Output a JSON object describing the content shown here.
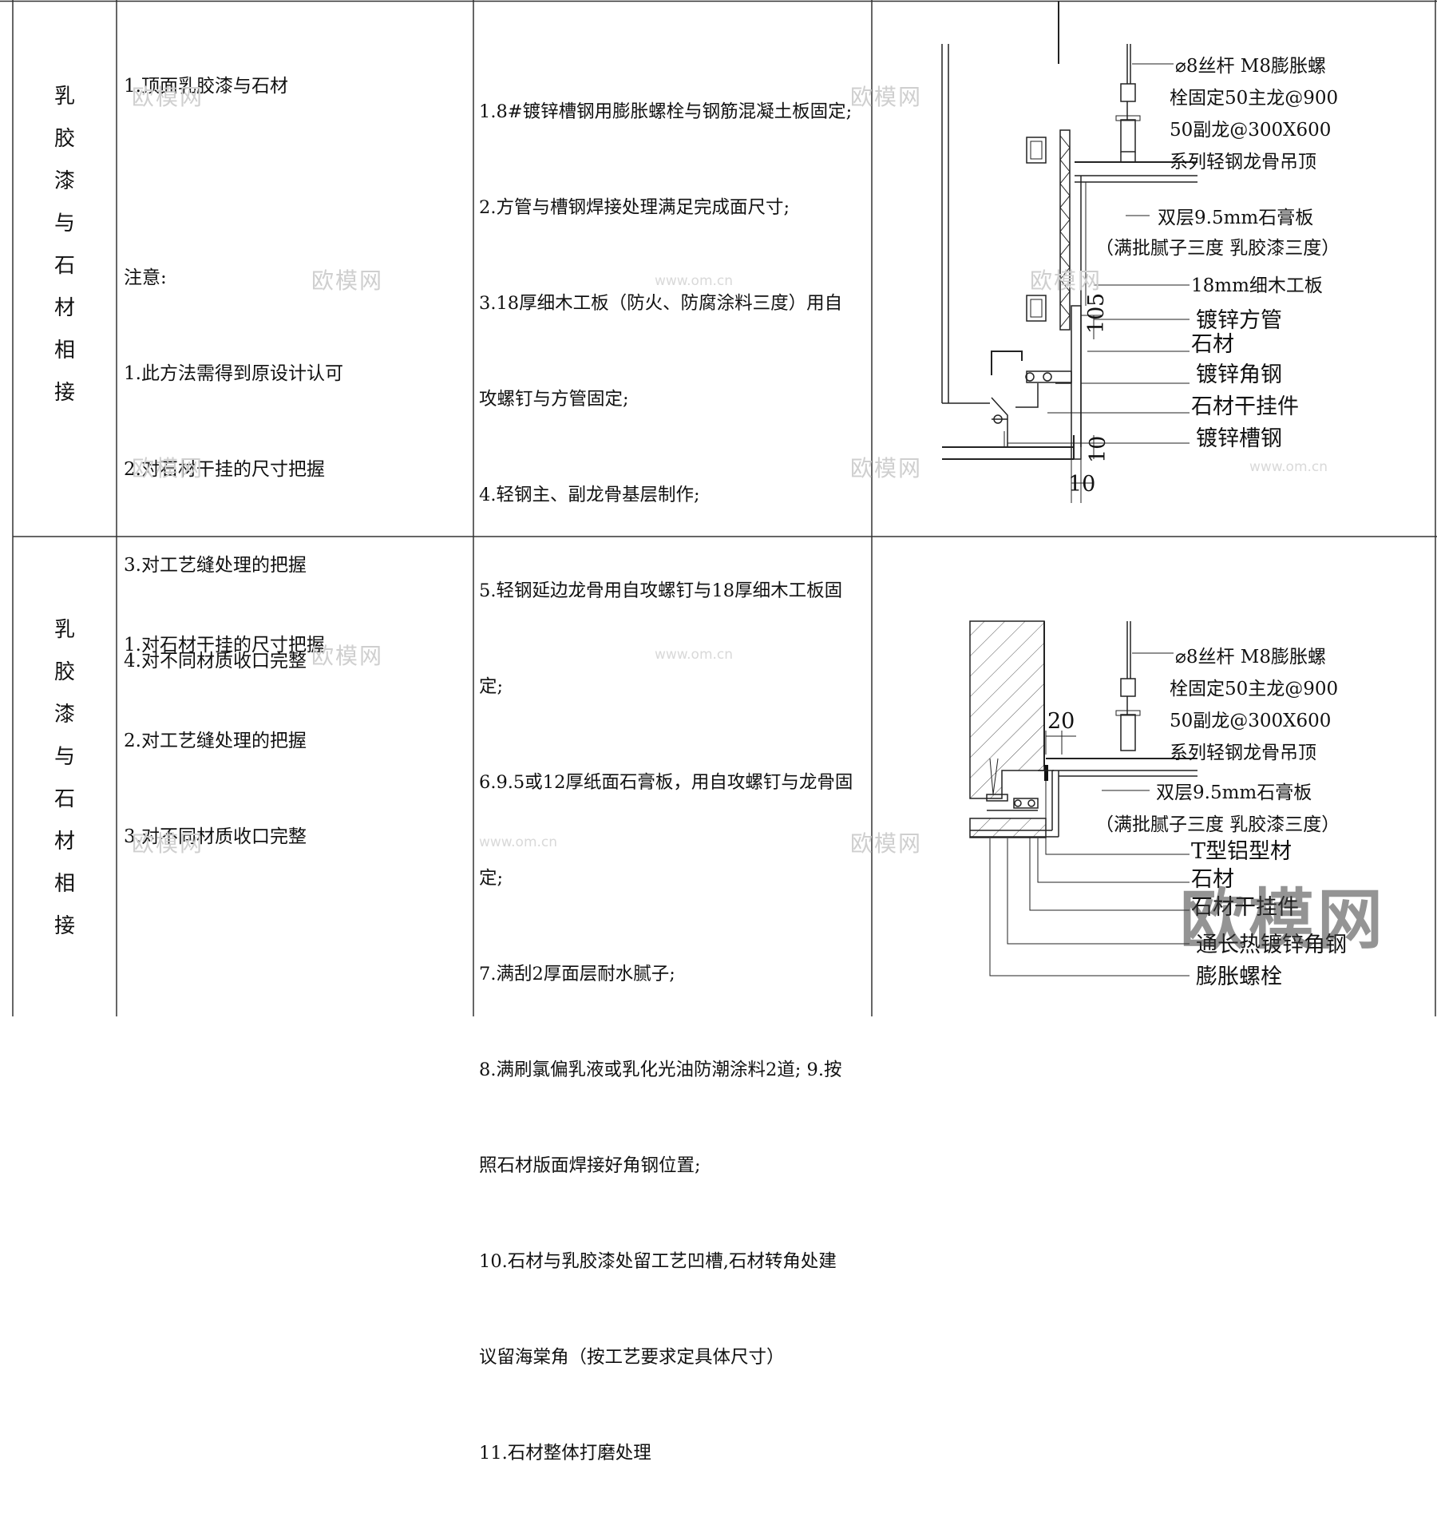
{
  "rows": [
    {
      "title": [
        "乳",
        "胶",
        "漆",
        "与",
        "石",
        "材",
        "相",
        "接"
      ],
      "notes": [
        "1.顶面乳胶漆与石材",
        "",
        "注意:",
        "1.此方法需得到原设计认可",
        "2.对石材干挂的尺寸把握",
        "3.对工艺缝处理的把握",
        "4.对不同材质收口完整"
      ],
      "steps": [
        "1.8#镀锌槽钢用膨胀螺栓与钢筋混凝土板固定;",
        "2.方管与槽钢焊接处理满足完成面尺寸;",
        "3.18厚细木工板（防火、防腐涂料三度）用自",
        "攻螺钉与方管固定;",
        "4.轻钢主、副龙骨基层制作;",
        "5.轻钢延边龙骨用自攻螺钉与18厚细木工板固",
        "定;",
        "6.9.5或12厚纸面石膏板，用自攻螺钉与龙骨固",
        "定;",
        "7.满刮2厚面层耐水腻子;",
        "8.满刷氯偏乳液或乳化光油防潮涂料2道; 9.按",
        "照石材版面焊接好角钢位置;",
        "10.石材与乳胶漆处留工艺凹槽,石材转角处建",
        "议留海棠角（按工艺要求定具体尺寸）",
        "11.石材整体打磨处理"
      ],
      "labels": [
        "⌀8丝杆 M8膨胀螺",
        "栓固定50主龙@900",
        "50副龙@300X600",
        "系列轻钢龙骨吊顶",
        "双层9.5mm石膏板",
        "（满批腻子三度 乳胶漆三度）",
        "18mm细木工板",
        "镀锌方管",
        "石材",
        "镀锌角钢",
        "石材干挂件",
        "镀锌槽钢"
      ],
      "dims": [
        "5",
        "10",
        "10",
        "10"
      ]
    },
    {
      "title": [
        "乳",
        "胶",
        "漆",
        "与",
        "石",
        "材",
        "相",
        "接"
      ],
      "notes": [
        "1.对石材干挂的尺寸把握",
        "2.对工艺缝处理的把握",
        "3.对不同材质收口完整"
      ],
      "steps": [],
      "labels": [
        "⌀8丝杆 M8膨胀螺",
        "栓固定50主龙@900",
        "50副龙@300X600",
        "系列轻钢龙骨吊顶",
        "双层9.5mm石膏板",
        "（满批腻子三度 乳胶漆三度）",
        "T型铝型材",
        "石材",
        "石材干挂件",
        "通长热镀锌角钢",
        "膨胀螺栓"
      ],
      "dims": [
        "20"
      ]
    }
  ],
  "watermarks": {
    "brand": "欧模网",
    "url": "www.om.cn"
  }
}
